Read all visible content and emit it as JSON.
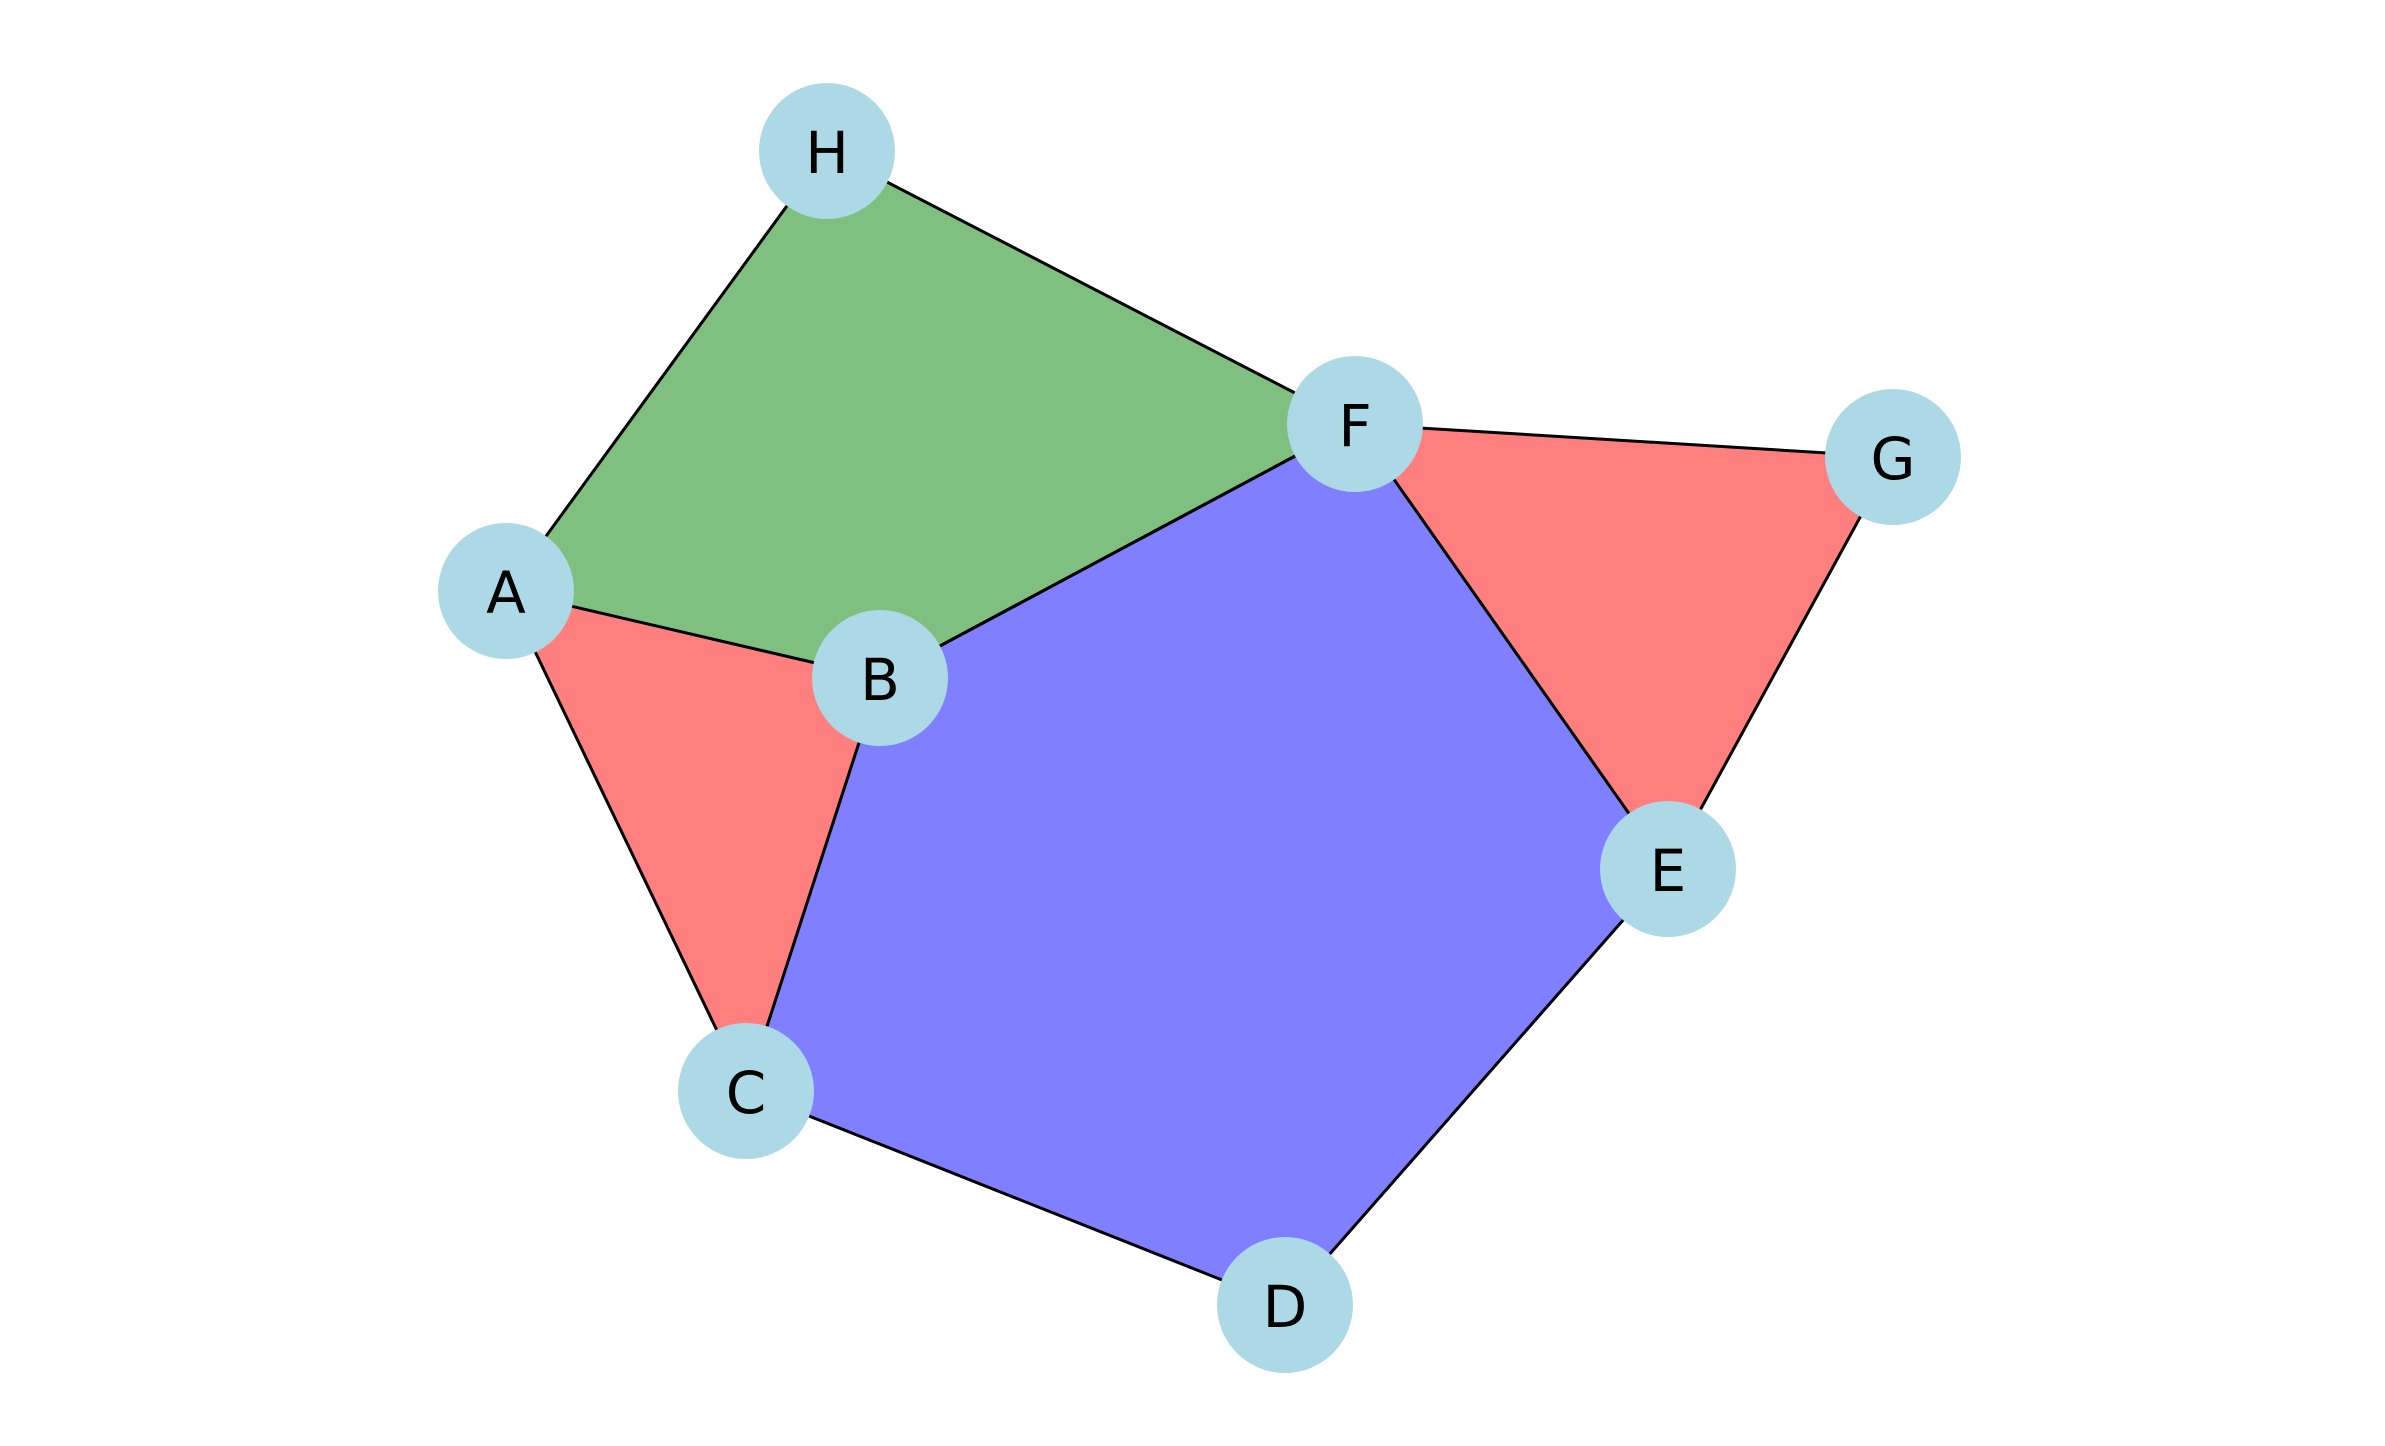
{
  "colors": {
    "node_fill": "#add8e6",
    "edge_stroke": "#000000",
    "face_red": "#ff7f7f",
    "face_green": "#7fbf7f",
    "face_blue": "#7f7fff"
  },
  "nodes": [
    {
      "id": "A",
      "label": "A"
    },
    {
      "id": "B",
      "label": "B"
    },
    {
      "id": "C",
      "label": "C"
    },
    {
      "id": "D",
      "label": "D"
    },
    {
      "id": "E",
      "label": "E"
    },
    {
      "id": "F",
      "label": "F"
    },
    {
      "id": "G",
      "label": "G"
    },
    {
      "id": "H",
      "label": "H"
    }
  ],
  "edges": [
    [
      "A",
      "H"
    ],
    [
      "H",
      "F"
    ],
    [
      "F",
      "B"
    ],
    [
      "B",
      "A"
    ],
    [
      "A",
      "C"
    ],
    [
      "C",
      "B"
    ],
    [
      "B",
      "F"
    ],
    [
      "F",
      "G"
    ],
    [
      "G",
      "E"
    ],
    [
      "E",
      "F"
    ],
    [
      "C",
      "D"
    ],
    [
      "D",
      "E"
    ]
  ],
  "faces": [
    {
      "name": "green-face",
      "color": "face_green",
      "nodes": [
        "A",
        "H",
        "F",
        "B"
      ]
    },
    {
      "name": "red-face-left",
      "color": "face_red",
      "nodes": [
        "A",
        "B",
        "C"
      ]
    },
    {
      "name": "red-face-right",
      "color": "face_red",
      "nodes": [
        "F",
        "G",
        "E"
      ]
    },
    {
      "name": "blue-face",
      "color": "face_blue",
      "nodes": [
        "B",
        "F",
        "E",
        "D",
        "C"
      ]
    }
  ]
}
